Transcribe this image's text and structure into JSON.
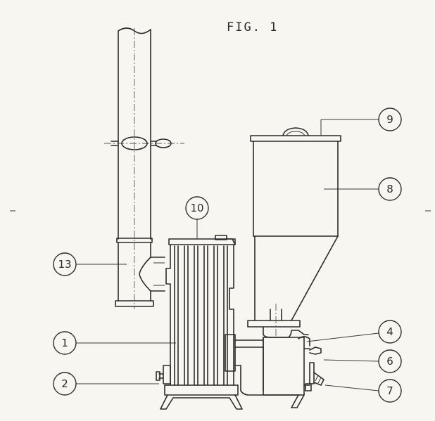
{
  "figure": {
    "title": "FIG. 1"
  },
  "labels": [
    {
      "id": "1",
      "text": "1"
    },
    {
      "id": "2",
      "text": "2"
    },
    {
      "id": "4",
      "text": "4"
    },
    {
      "id": "6",
      "text": "6"
    },
    {
      "id": "7",
      "text": "7"
    },
    {
      "id": "8",
      "text": "8"
    },
    {
      "id": "9",
      "text": "9"
    },
    {
      "id": "10",
      "text": "10"
    },
    {
      "id": "13",
      "text": "13"
    }
  ]
}
